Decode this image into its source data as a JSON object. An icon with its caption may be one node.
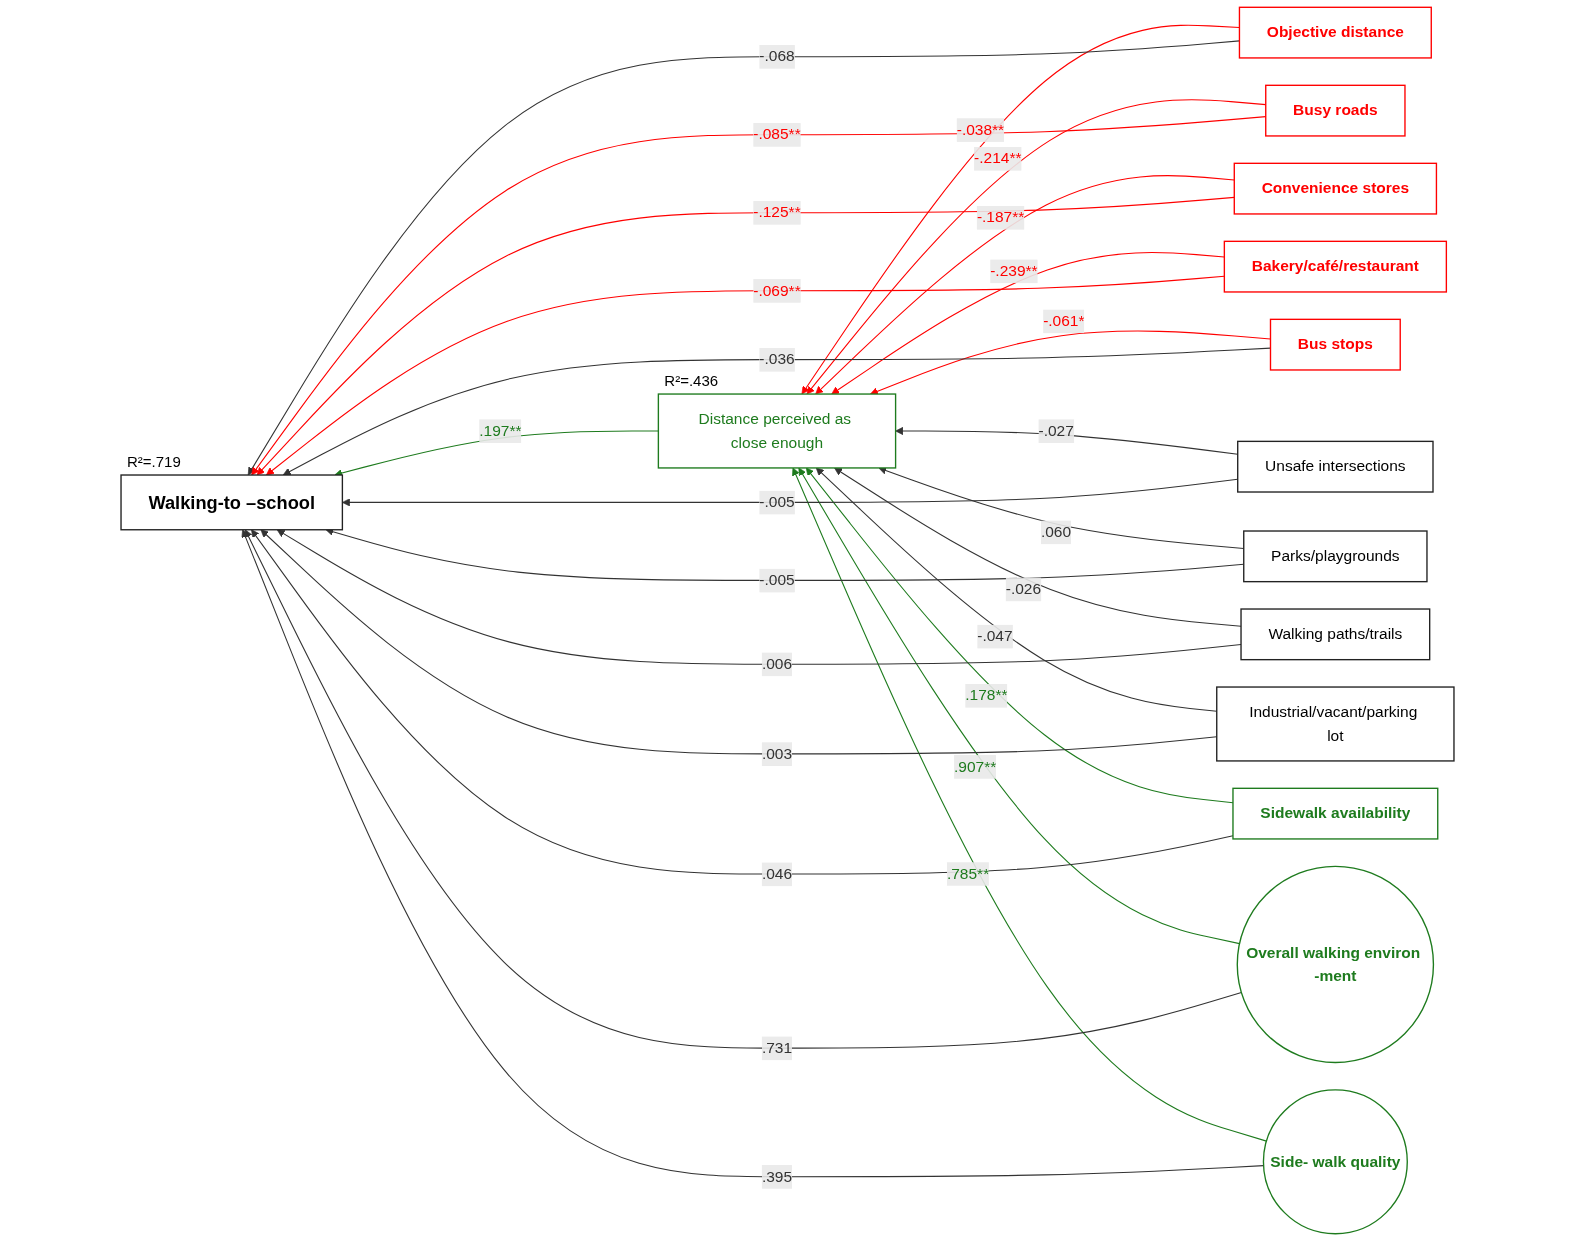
{
  "diagram": {
    "nodes": [
      {
        "text": [
          "Distance perceived as close enough"
        ],
        "beside": [
          "R²=.436"
        ]
      },
      {
        "text": [
          "Walking-to –school"
        ],
        "beside": [
          "R²=.719"
        ]
      },
      {
        "text": [
          "Objective distance"
        ]
      },
      {
        "text": [
          "Busy roads"
        ]
      },
      {
        "text": [
          "Convenience stores"
        ]
      },
      {
        "text": [
          "Bakery/café/restaurant"
        ]
      },
      {
        "text": [
          "Bus stops"
        ]
      },
      {
        "text": [
          "Unsafe intersections"
        ]
      },
      {
        "text": [
          "Parks/playgrounds"
        ]
      },
      {
        "text": [
          "Walking paths/trails"
        ]
      },
      {
        "text": [
          "Industrial/vacant/parking lot"
        ]
      },
      {
        "text": [
          "Sidewalk availability"
        ]
      },
      {
        "text": [
          "Overall walking environ -ment"
        ]
      },
      {
        "text": [
          "Side- walk quality"
        ]
      }
    ],
    "edges": [
      {
        "from": 0,
        "to": 1,
        "arrow": "to",
        "label": ".197**",
        "color": "#1e7b1e"
      },
      {
        "from": 2,
        "to": 0,
        "arrow": "to",
        "label": "-.038**",
        "color": "#ff0000"
      },
      {
        "from": 3,
        "to": 0,
        "arrow": "to",
        "label": "-.214**",
        "color": "#ff0000"
      },
      {
        "from": 4,
        "to": 0,
        "arrow": "to",
        "label": "-.187**",
        "color": "#ff0000"
      },
      {
        "from": 5,
        "to": 0,
        "arrow": "to",
        "label": "-.239**",
        "color": "#ff0000"
      },
      {
        "from": 6,
        "to": 0,
        "arrow": "to",
        "label": "-.061*",
        "color": "#ff0000"
      },
      {
        "from": 7,
        "to": 0,
        "arrow": "to",
        "label": "-.027"
      },
      {
        "from": 8,
        "to": 0,
        "arrow": "to",
        "label": ".060"
      },
      {
        "from": 9,
        "to": 0,
        "arrow": "to",
        "label": "-.026"
      },
      {
        "from": 10,
        "to": 0,
        "arrow": "to",
        "label": "-.047"
      },
      {
        "from": 11,
        "to": 0,
        "arrow": "to",
        "label": ".178**",
        "color": "#1e7b1e"
      },
      {
        "from": 12,
        "to": 0,
        "arrow": "to",
        "label": ".907**",
        "color": "#1e7b1e"
      },
      {
        "from": 13,
        "to": 0,
        "arrow": "to",
        "label": ".785**",
        "color": "#1e7b1e"
      },
      {
        "from": 2,
        "to": 1,
        "arrow": "to",
        "label": "-.068"
      },
      {
        "from": 3,
        "to": 1,
        "arrow": "to",
        "label": "-.085**",
        "color": "#ff0000"
      },
      {
        "from": 4,
        "to": 1,
        "arrow": "to",
        "label": "-.125**",
        "color": "#ff0000"
      },
      {
        "from": 5,
        "to": 1,
        "arrow": "to",
        "label": "-.069**",
        "color": "#ff0000"
      },
      {
        "from": 6,
        "to": 1,
        "arrow": "to",
        "label": "-.036"
      },
      {
        "from": 7,
        "to": 1,
        "arrow": "to",
        "label": "-.005"
      },
      {
        "from": 8,
        "to": 1,
        "arrow": "to",
        "label": "-.005"
      },
      {
        "from": 9,
        "to": 1,
        "arrow": "to",
        "label": ".006"
      },
      {
        "from": 10,
        "to": 1,
        "arrow": "to",
        "label": ".003"
      },
      {
        "from": 11,
        "to": 1,
        "arrow": "to",
        "label": ".046"
      },
      {
        "from": 12,
        "to": 1,
        "arrow": "to",
        "label": ".731"
      },
      {
        "from": 13,
        "to": 1,
        "arrow": "to",
        "label": ".395"
      }
    ]
  }
}
